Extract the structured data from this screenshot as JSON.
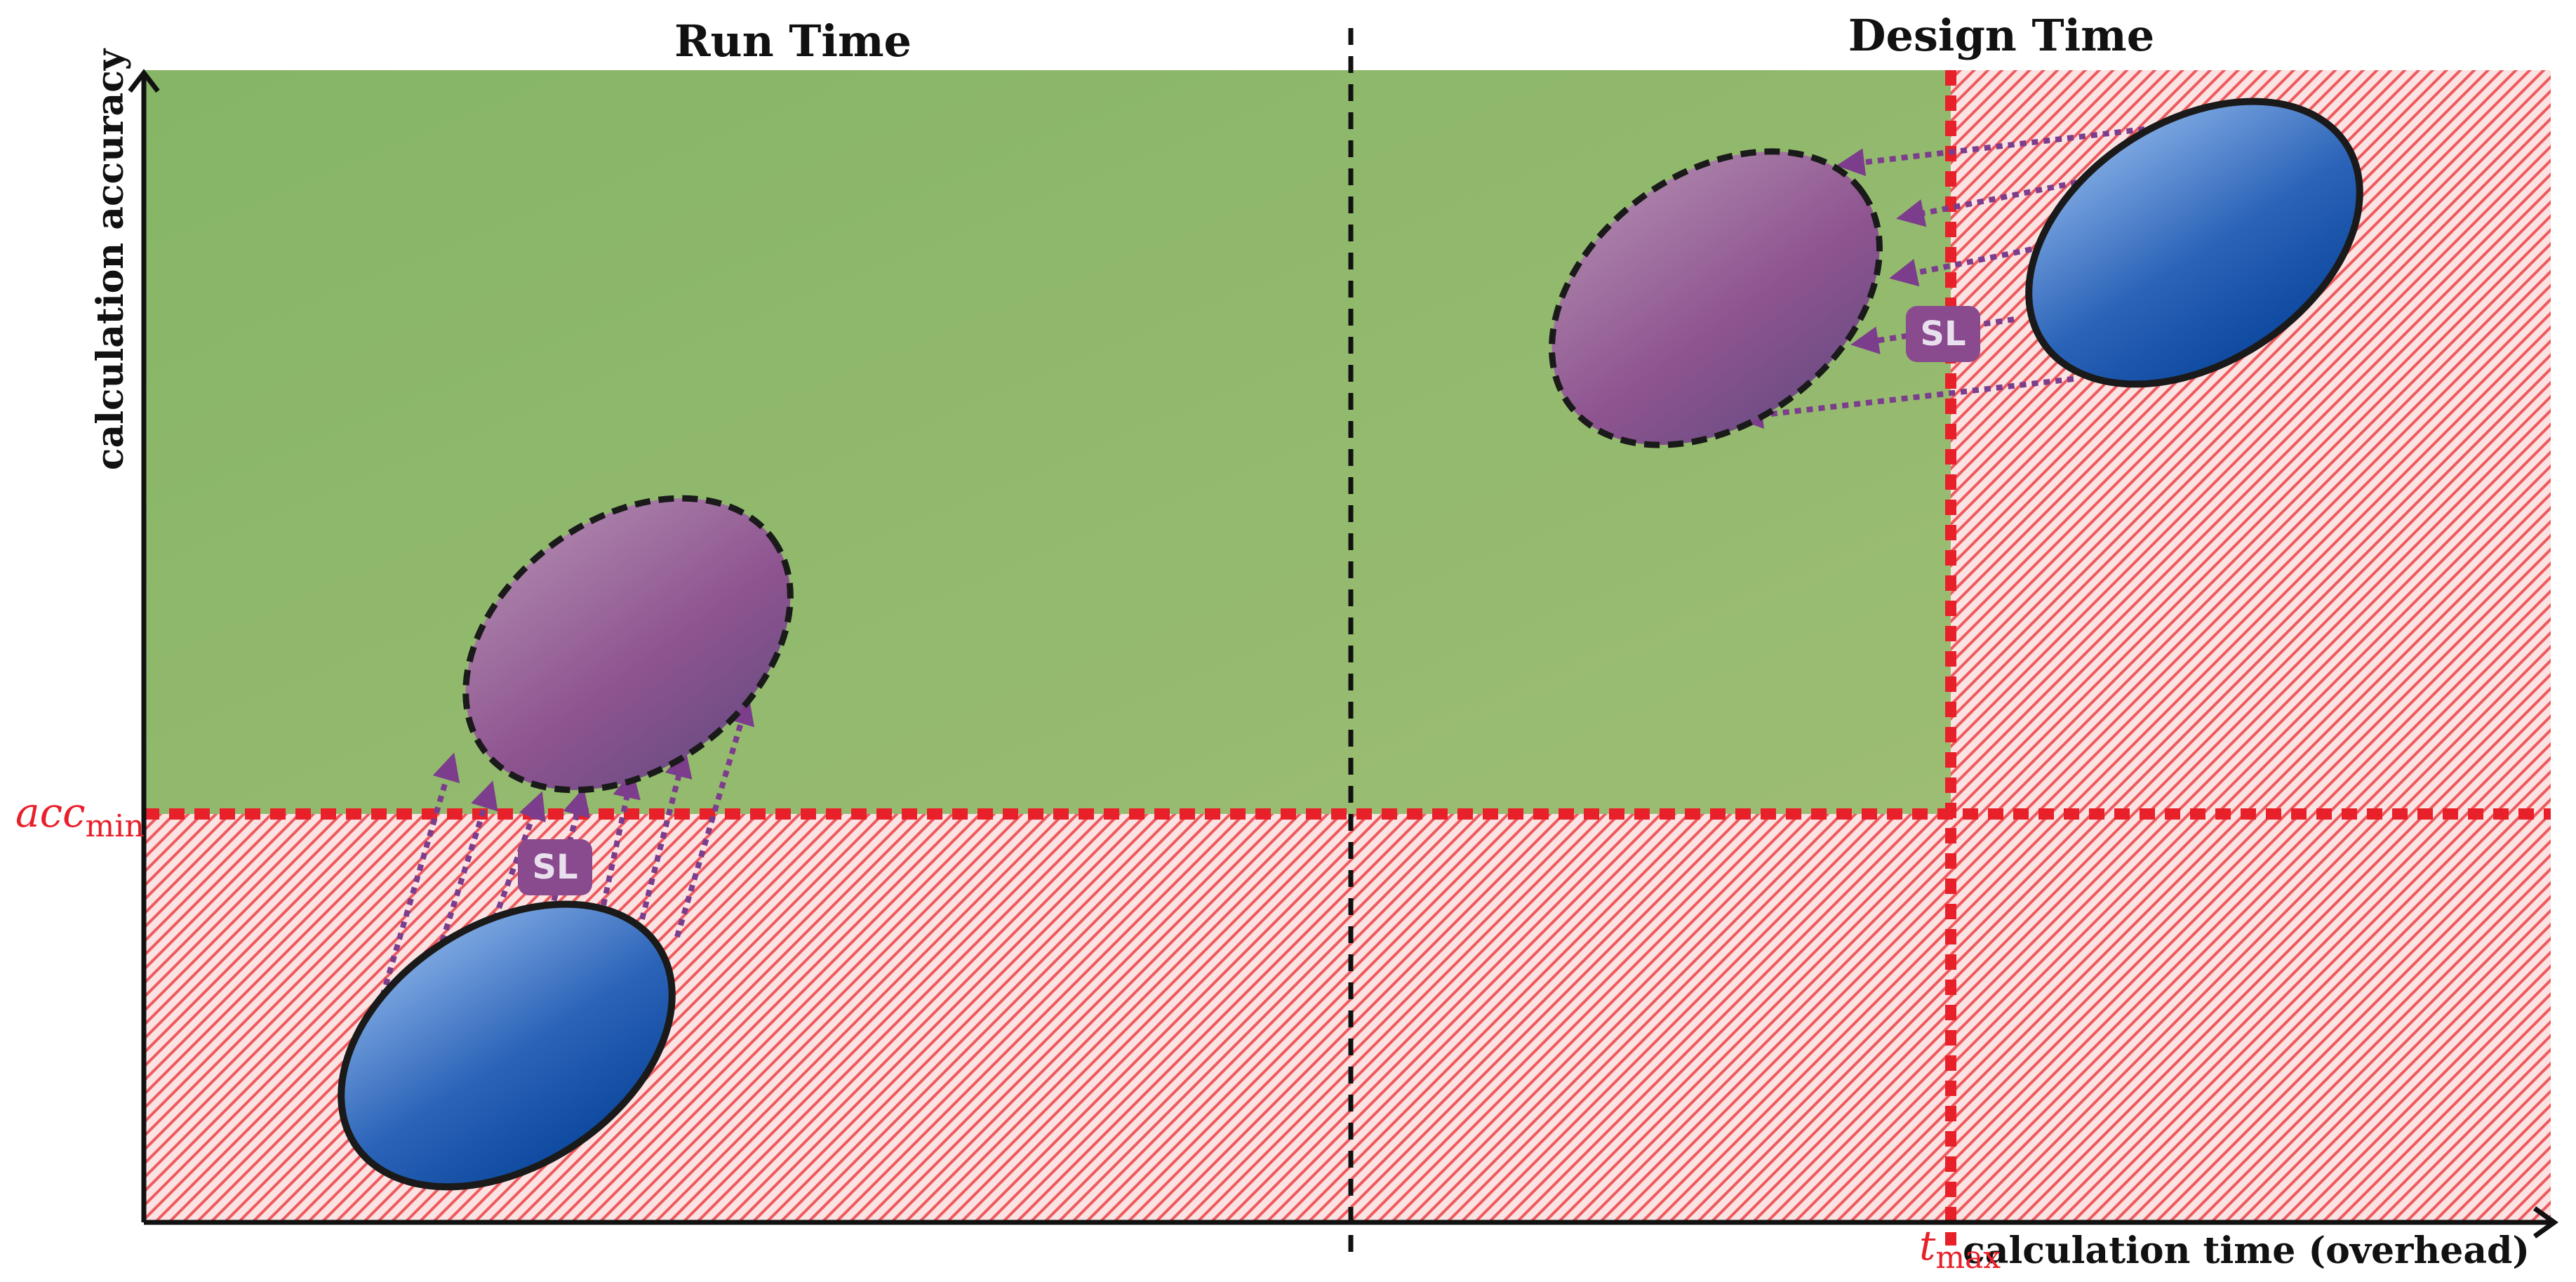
{
  "titles": {
    "run_time": "Run Time",
    "design_time": "Design Time"
  },
  "axes": {
    "x_label": "calculation time (overhead)",
    "y_label": "calculation accuracy"
  },
  "thresholds": {
    "acc_min_main": "acc",
    "acc_min_sub": "min",
    "t_max_main": "t",
    "t_max_sub": "max"
  },
  "badges": {
    "run_time_sl": "SL",
    "design_time_sl": "SL"
  },
  "colors": {
    "feasible_green": "#94ba6c",
    "infeasible_red": "#e8202a",
    "hatch_bg": "#fbe3e3",
    "arrow_purple": "#7b3d8c",
    "badge_purple": "#8a4a8e",
    "original_blue": "#1f56aa",
    "optimized_purple": "#8e5a92"
  }
}
